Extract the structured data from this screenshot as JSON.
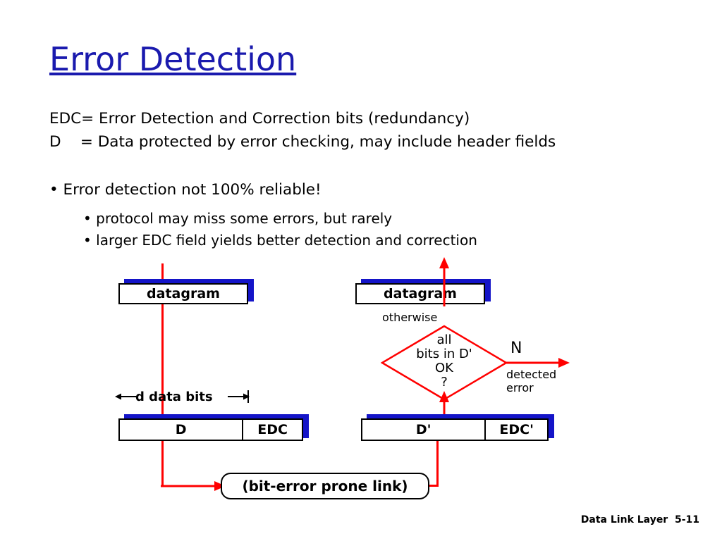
{
  "slide": {
    "title": "Error Detection",
    "definitions": "EDC= Error Detection and Correction bits (redundancy)\nD    = Data protected by error checking, may include header fields",
    "bullet_main": "• Error detection not 100% reliable!",
    "bullets_sub": "• protocol may miss some errors, but rarely\n• larger EDC field yields better detection and correction",
    "footer": "Data Link Layer  5-11"
  },
  "diagram": {
    "sender": {
      "datagram_label": "datagram",
      "data_bits_label": "d data bits",
      "d_label": "D",
      "edc_label": "EDC"
    },
    "receiver": {
      "datagram_label": "datagram",
      "otherwise_label": "otherwise",
      "decision_line1": "all",
      "decision_line2": "bits in D'",
      "decision_line3": "OK",
      "decision_line4": "?",
      "n_label": "N",
      "detected_error_label": "detected\nerror",
      "d_prime_label": "D'",
      "edc_prime_label": "EDC'"
    },
    "link": {
      "label": "bit-error prone link"
    },
    "colors": {
      "shadow": "#1414c8",
      "arrow": "#ff0000",
      "title": "#1a1aae",
      "text": "#000000"
    }
  }
}
